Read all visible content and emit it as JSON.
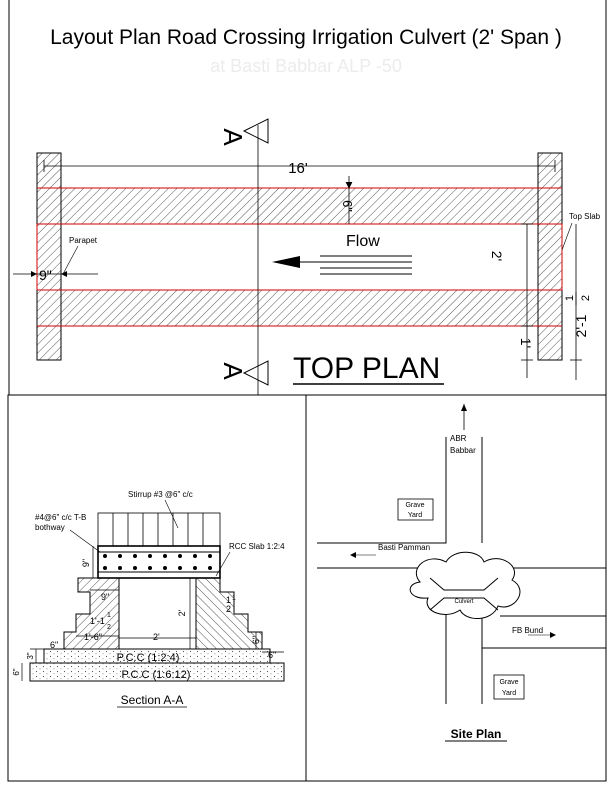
{
  "title": "Layout Plan Road Crossing Irrigation Culvert (2' Span )",
  "subtitle": "at Basti Babbar ALP -50",
  "top_plan": {
    "heading": "TOP PLAN",
    "section_marker": "A",
    "dim_length": "16'",
    "dim_top_slab_width": "6\"",
    "flow_label": "Flow",
    "dim_span": "2'",
    "parapet_label": "Parapet",
    "dim_parapet": "9\"",
    "top_slab_label": "Top Slab",
    "dim_side_a": "2'-1",
    "dim_side_b": "1'",
    "fraction_num": "1",
    "fraction_den": "2"
  },
  "section": {
    "caption": "Section A-A",
    "stirrup": "Stirrup #3 @6\" c/c",
    "rebar_line1": "#4@6\" c/c T-B",
    "rebar_line2": "bothway",
    "slab": "RCC Slab 1:2:4",
    "dim_9_vert": "9\"",
    "dim_9": "9\"",
    "dim_1_1": "1'-1",
    "dim_1_6": "1'-6\"",
    "dim_2": "2'",
    "dim_2_vert": "2'",
    "dim_6_a": "6\"",
    "dim_6_b": "6\"",
    "dim_6_c": "6\"",
    "dim_3_vert": "3\"",
    "dim_6_vert": "6\"",
    "dim_1": "1",
    "frac_num": "1",
    "frac_den": "2",
    "pcc1": "P.C.C (1:2:4)",
    "pcc2": "P.C.C (1:6:12)"
  },
  "site_plan": {
    "caption": "Site Plan",
    "abr_line1": "ABR",
    "abr_line2": "Babbar",
    "grave_yard_top_1": "Grave",
    "grave_yard_top_2": "Yard",
    "basti_pamman": "Basti Pamman",
    "culvert": "Culvert",
    "fb_bund": "FB Bund",
    "grave_yard_bottom_1": "Grave",
    "grave_yard_bottom_2": "Yard"
  }
}
